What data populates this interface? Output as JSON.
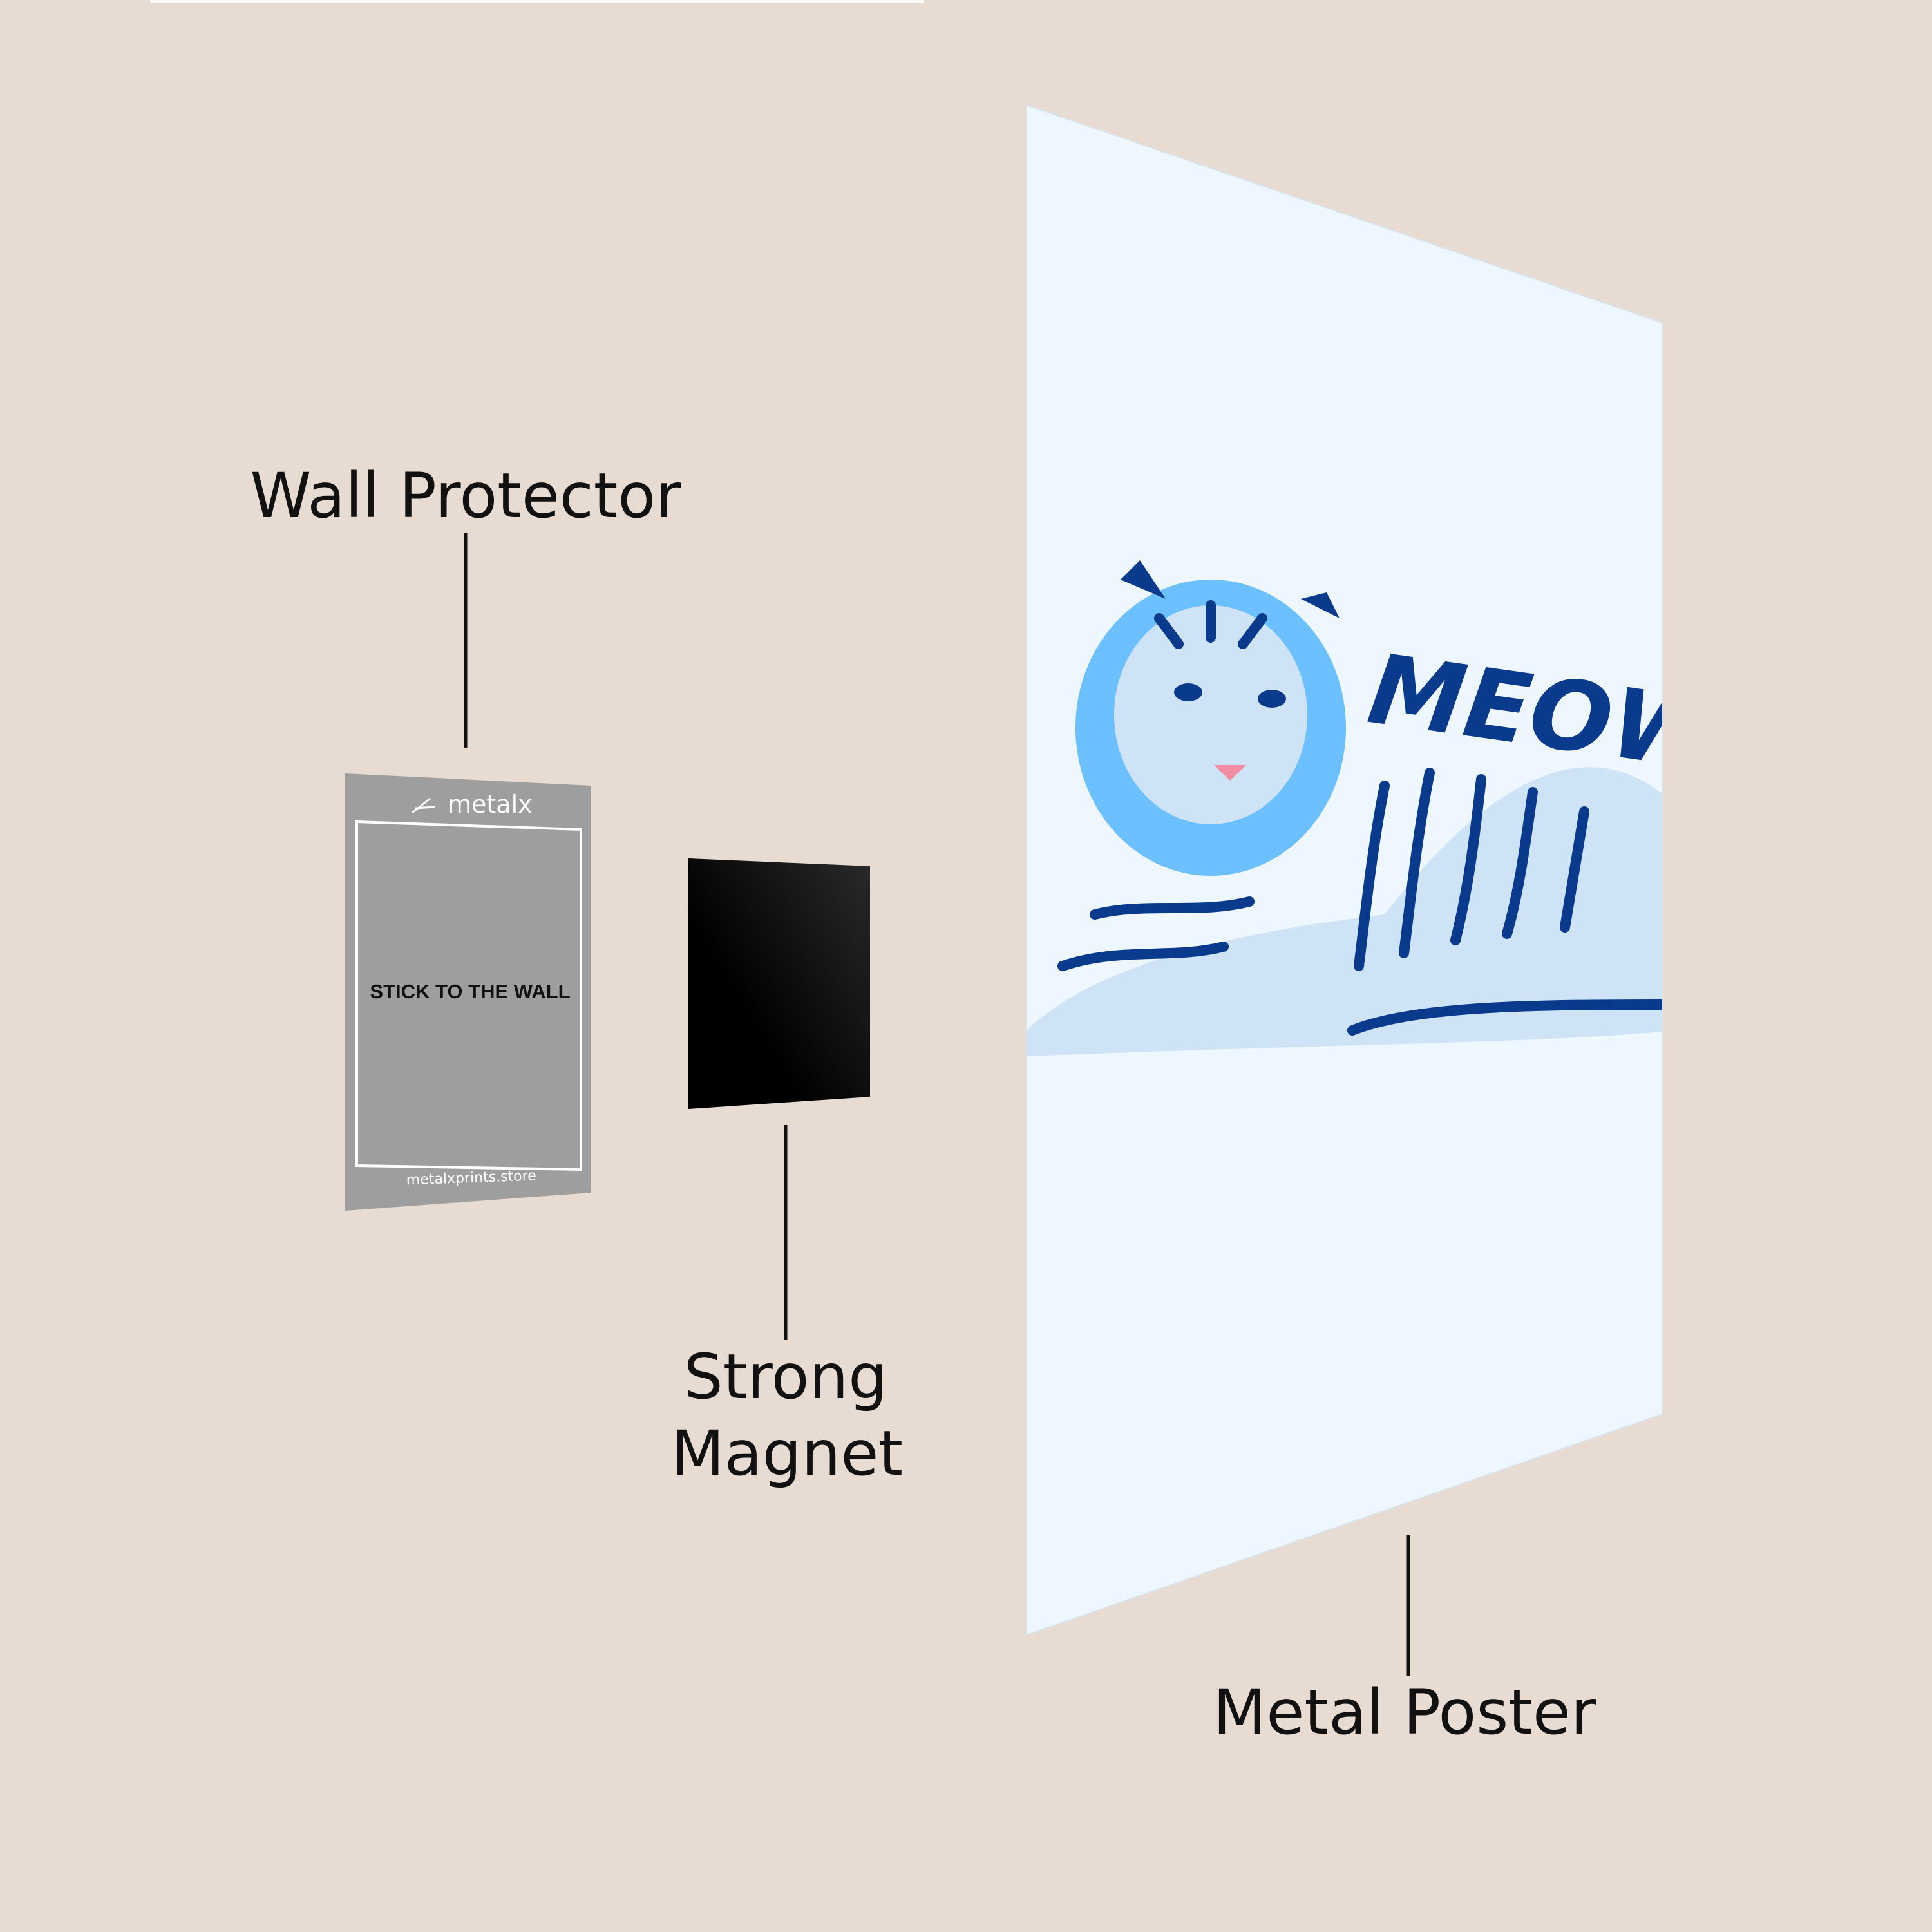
{
  "labels": {
    "wall_protector": "Wall Protector",
    "strong_magnet_line1": "Strong",
    "strong_magnet_line2": "Magnet",
    "metal_poster": "Metal Poster"
  },
  "wall_protector_card": {
    "brand_logo": "metalx",
    "instruction": "STICK TO THE WALL",
    "website": "metalxprints.store"
  },
  "poster_artwork": {
    "lettering": "MEOW",
    "subject": "tiger"
  },
  "colors": {
    "background": "#e8dcd2",
    "poster": "#eef6ff",
    "protector": "#9e9e9e",
    "magnet": "#000000",
    "tiger_dark": "#0a3a8c",
    "tiger_light": "#6cc0ff"
  }
}
